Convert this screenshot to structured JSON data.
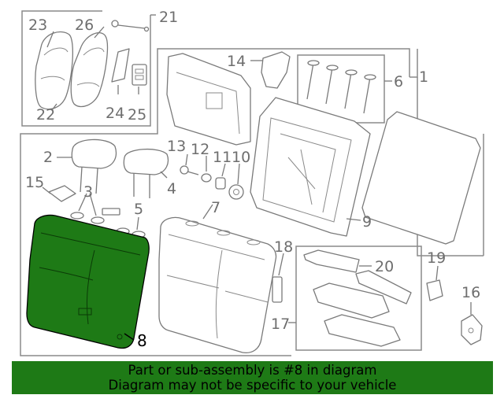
{
  "diagram": {
    "highlighted_part": "8",
    "highlight_color": "#1e7a16",
    "callouts": {
      "c1": "1",
      "c2": "2",
      "c3": "3",
      "c4": "4",
      "c5": "5",
      "c6": "6",
      "c7": "7",
      "c8": "8",
      "c9": "9",
      "c10": "10",
      "c11": "11",
      "c12": "12",
      "c13": "13",
      "c14": "14",
      "c15": "15",
      "c16": "16",
      "c17": "17",
      "c18": "18",
      "c19": "19",
      "c20": "20",
      "c21": "21",
      "c22": "22",
      "c23": "23",
      "c24": "24",
      "c25": "25",
      "c26": "26"
    }
  },
  "banner": {
    "line1": "Part or sub-assembly is #8 in diagram",
    "line2": "Diagram may not be specific to your vehicle",
    "background": "#1e7a16"
  }
}
